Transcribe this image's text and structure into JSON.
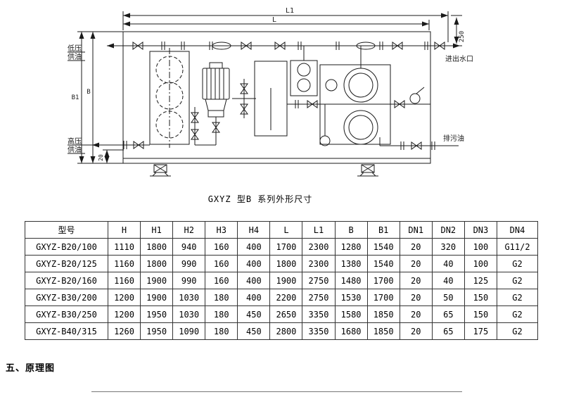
{
  "page": {
    "background": "#ffffff",
    "line_color": "#1a1a1a"
  },
  "diagram": {
    "caption": "GXYZ 型B 系列外形尺寸",
    "dims": {
      "l1": "L1",
      "l": "L",
      "b1": "B1",
      "b": "B",
      "right_offset": "250",
      "base_height": "20"
    },
    "ports": {
      "low_pressure_line1": "低压",
      "low_pressure_line2": "供油",
      "high_pressure_line1": "高压",
      "high_pressure_line2": "供油",
      "water_inlet_outlet": "进出水口",
      "drain_oil": "排污油"
    }
  },
  "spec_table": {
    "columns": [
      "型号",
      "H",
      "H1",
      "H2",
      "H3",
      "H4",
      "L",
      "L1",
      "B",
      "B1",
      "DN1",
      "DN2",
      "DN3",
      "DN4"
    ],
    "rows": [
      [
        "GXYZ-B20/100",
        "1110",
        "1800",
        "940",
        "160",
        "400",
        "1700",
        "2300",
        "1280",
        "1540",
        "20",
        "320",
        "100",
        "G11/2"
      ],
      [
        "GXYZ-B20/125",
        "1160",
        "1800",
        "990",
        "160",
        "400",
        "1800",
        "2300",
        "1380",
        "1540",
        "20",
        "40",
        "100",
        "G2"
      ],
      [
        "GXYZ-B20/160",
        "1160",
        "1900",
        "990",
        "160",
        "400",
        "1900",
        "2750",
        "1480",
        "1700",
        "20",
        "40",
        "125",
        "G2"
      ],
      [
        "GXYZ-B30/200",
        "1200",
        "1900",
        "1030",
        "180",
        "400",
        "2200",
        "2750",
        "1530",
        "1700",
        "20",
        "50",
        "150",
        "G2"
      ],
      [
        "GXYZ-B30/250",
        "1200",
        "1950",
        "1030",
        "180",
        "450",
        "2650",
        "3350",
        "1580",
        "1850",
        "20",
        "65",
        "150",
        "G2"
      ],
      [
        "GXYZ-B40/315",
        "1260",
        "1950",
        "1090",
        "180",
        "450",
        "2800",
        "3350",
        "1680",
        "1850",
        "20",
        "65",
        "175",
        "G2"
      ]
    ]
  },
  "section_heading": "五、原理图"
}
